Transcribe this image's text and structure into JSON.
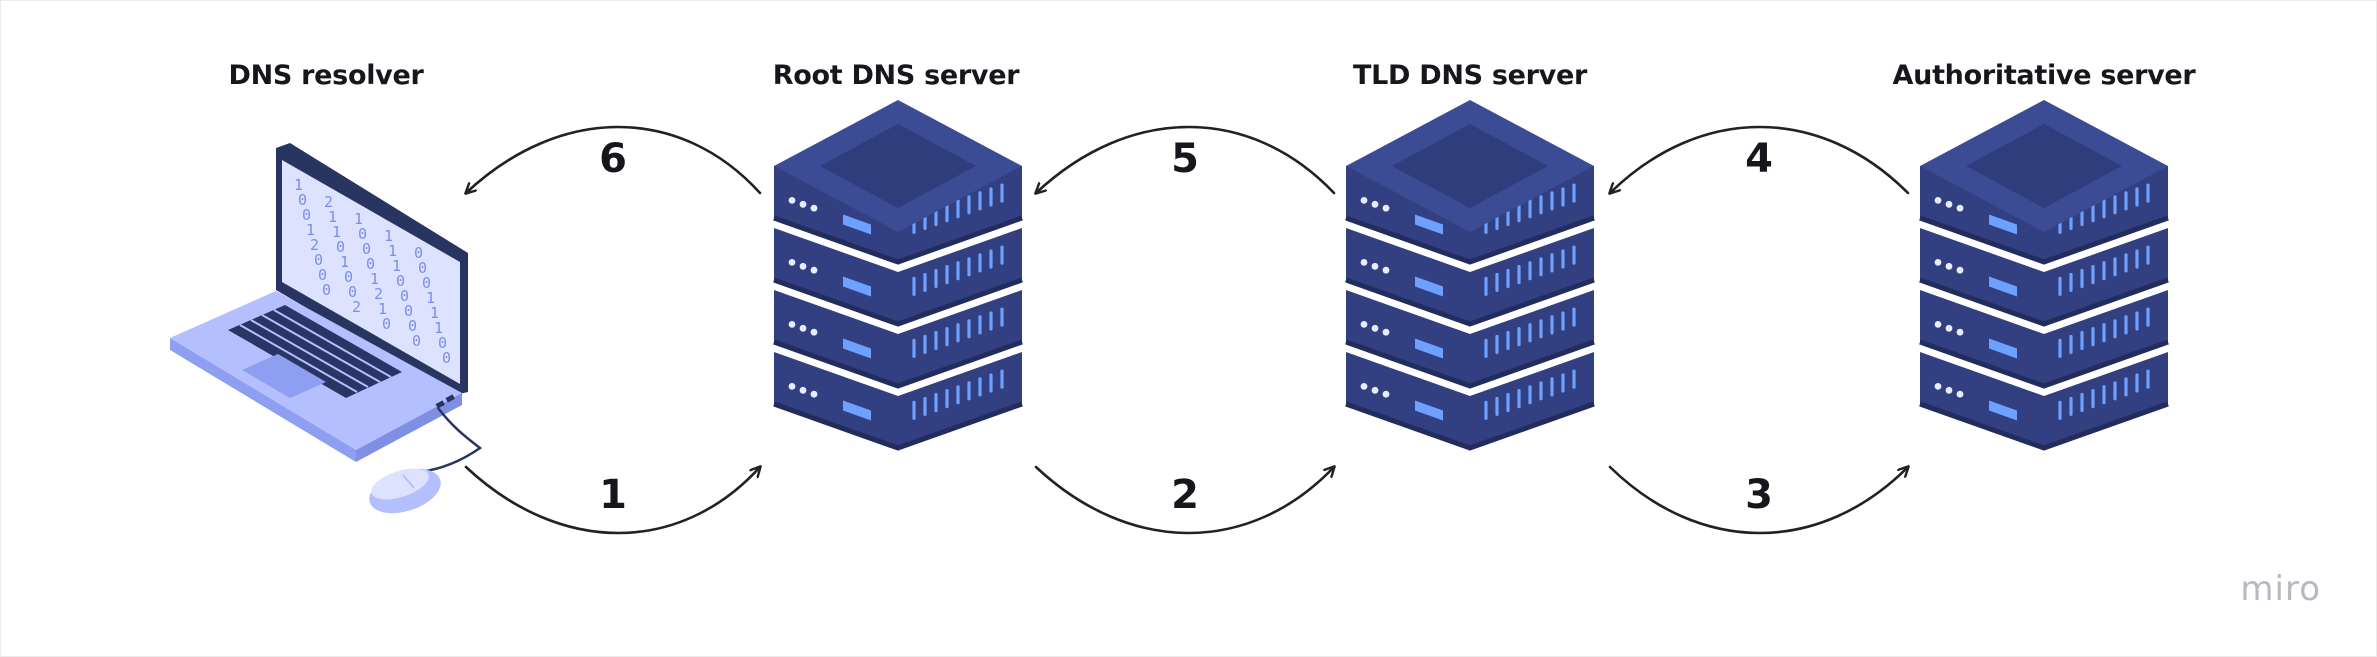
{
  "nodes": {
    "resolver": {
      "label": "DNS resolver"
    },
    "root": {
      "label": "Root DNS server"
    },
    "tld": {
      "label": "TLD DNS server"
    },
    "authoritative": {
      "label": "Authoritative server"
    }
  },
  "steps": [
    "1",
    "2",
    "3",
    "4",
    "5",
    "6"
  ],
  "screen_digits": [
    "1",
    "2",
    "1",
    "1",
    "0",
    "0",
    "1",
    "0",
    "1",
    "0",
    "0",
    "1",
    "0",
    "1",
    "0",
    "1",
    "0",
    "0",
    "0",
    "1",
    "2",
    "1",
    "1",
    "0",
    "1",
    "0",
    "0",
    "2",
    "0",
    "1",
    "0",
    "0",
    "1",
    "0",
    "0",
    "0",
    "2",
    "0",
    "0",
    "0"
  ],
  "watermark": "miro",
  "colors": {
    "server_body": "#323f80",
    "server_top": "#3b4c95",
    "server_shadow": "#222d5e",
    "server_light": "#6ea0ff",
    "laptop_body": "#b3bfff",
    "laptop_screen": "#dde2ff",
    "laptop_frame": "#283560",
    "arrow": "#222222",
    "text": "#16161c"
  }
}
